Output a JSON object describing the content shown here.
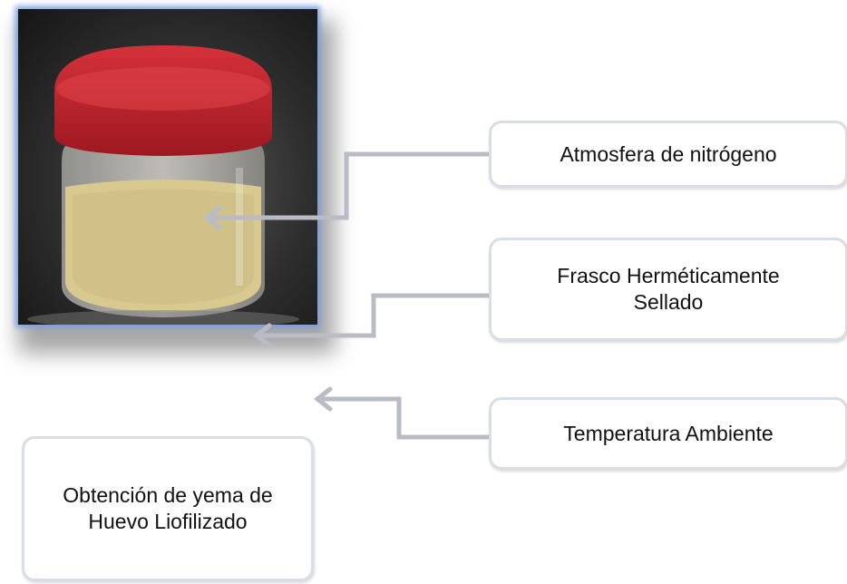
{
  "photo": {
    "subject": "jar-with-red-lid"
  },
  "callouts": {
    "atmosphere": "Atmosfera de nitrógeno",
    "jar": "Frasco Herméticamente Sellado",
    "temperature": "Temperatura Ambiente",
    "product": "Obtención de yema de Huevo Liofilizado"
  },
  "colors": {
    "lid": "#c9242e",
    "powder": "#d8c98e",
    "photo_border": "#7aa0e0",
    "callout_border": "#d9dde6",
    "arrow": "#b9bcc4"
  }
}
